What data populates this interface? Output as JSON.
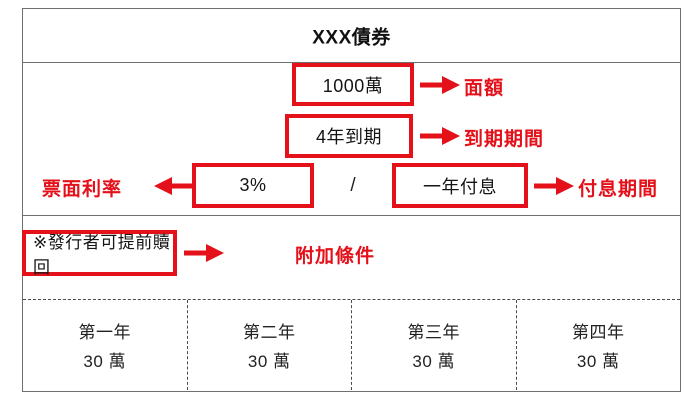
{
  "bond": {
    "title": "XXX債券",
    "face_value": "1000萬",
    "maturity": "4年到期",
    "coupon_rate": "3%",
    "separator": "/",
    "payment_frequency": "一年付息",
    "extra_condition": "※發行者可提前贖回"
  },
  "annotations": {
    "face_value_label": "面額",
    "maturity_label": "到期期間",
    "coupon_rate_label": "票面利率",
    "payment_frequency_label": "付息期間",
    "extra_condition_label": "附加條件"
  },
  "schedule": [
    {
      "year": "第一年",
      "amount": "30 萬"
    },
    {
      "year": "第二年",
      "amount": "30 萬"
    },
    {
      "year": "第三年",
      "amount": "30 萬"
    },
    {
      "year": "第四年",
      "amount": "30 萬"
    }
  ],
  "colors": {
    "accent_red": "#E4101A",
    "table_border": "#6f6f6f",
    "text": "#151515"
  }
}
